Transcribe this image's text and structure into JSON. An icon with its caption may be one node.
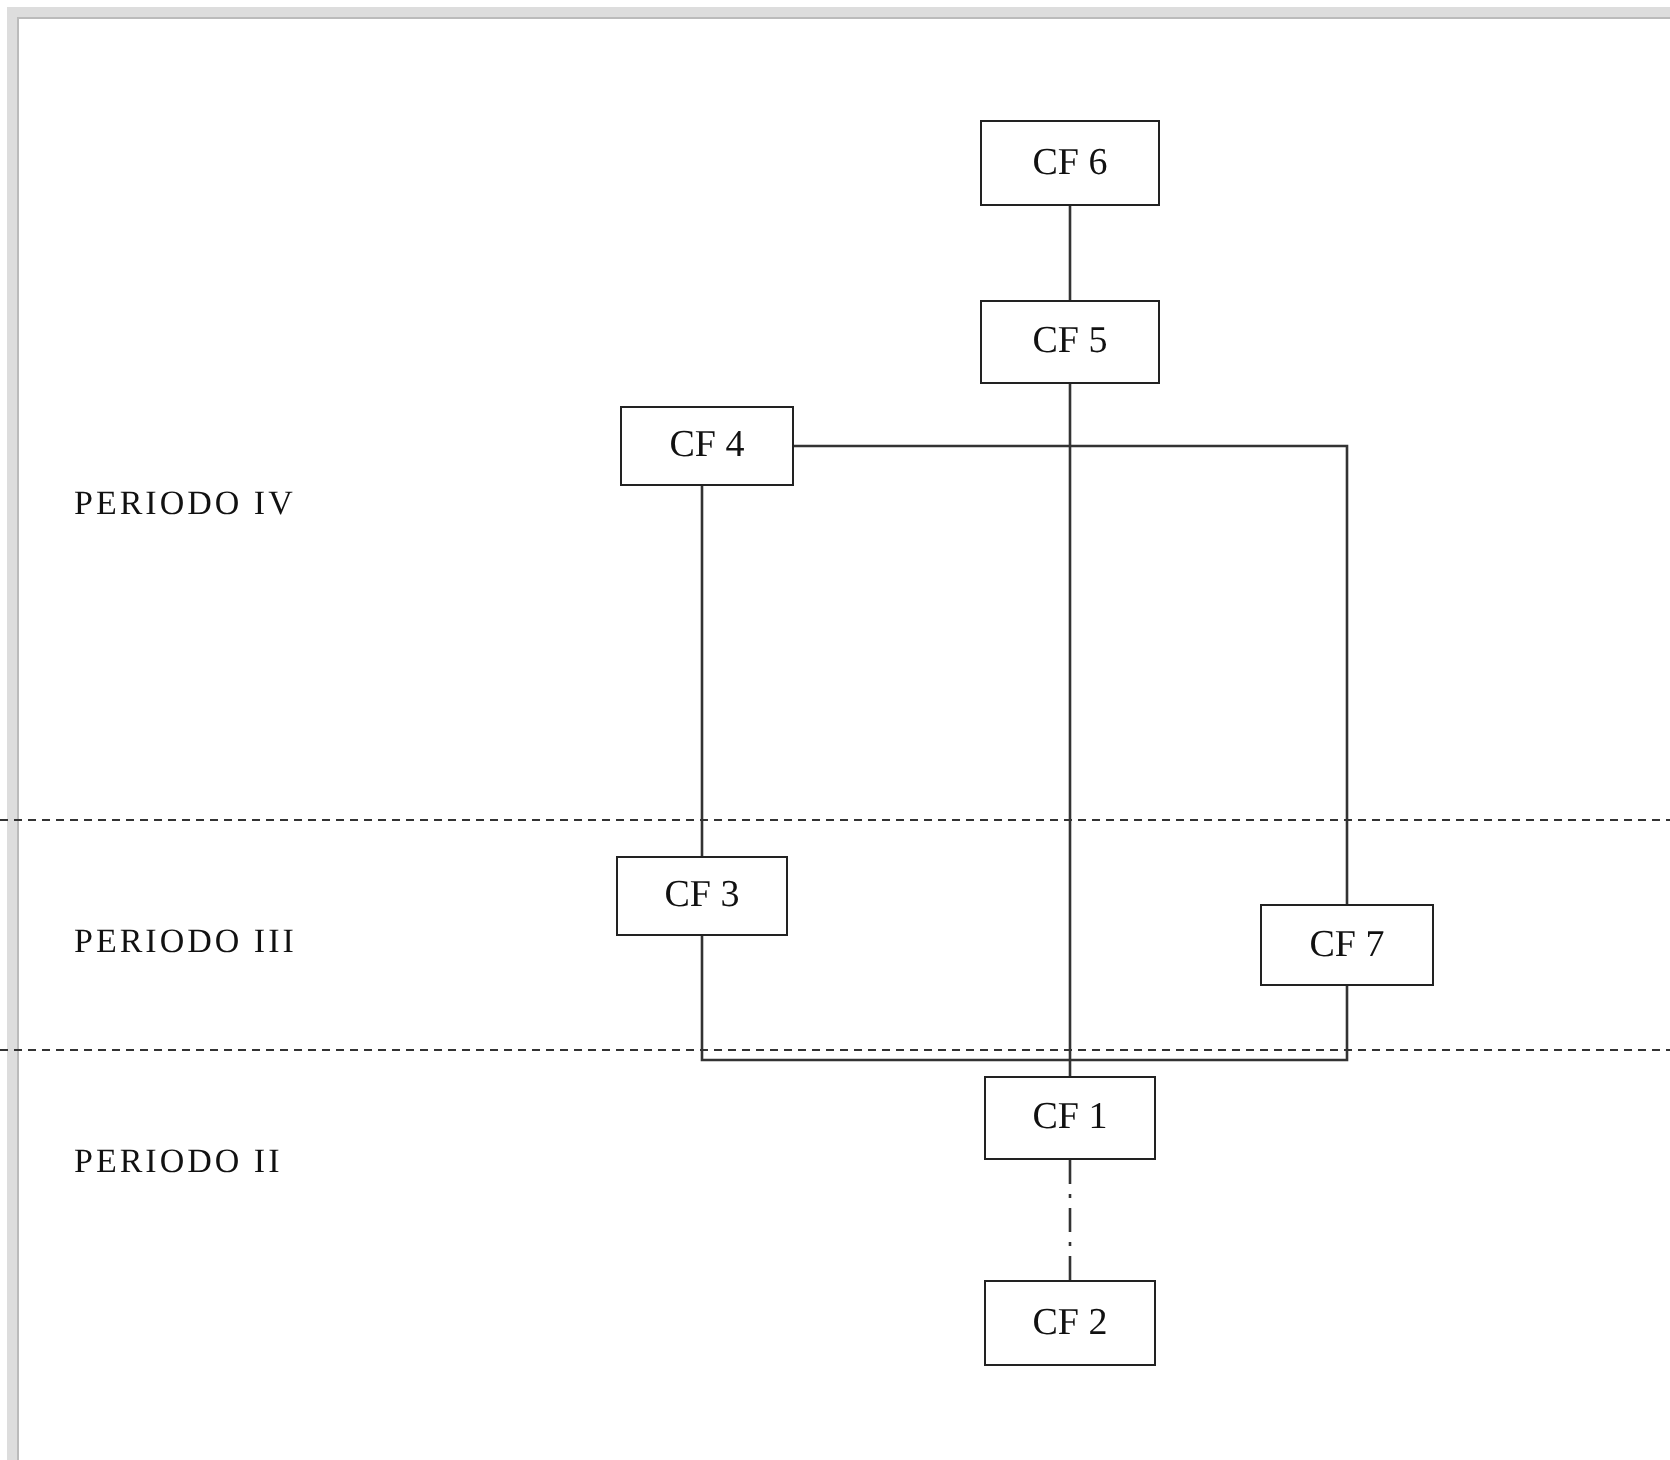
{
  "diagram": {
    "nodes": [
      {
        "text": [
          "CF 6"
        ]
      },
      {
        "text": [
          "CF 5"
        ]
      },
      {
        "text": [
          "CF 4"
        ]
      },
      {
        "text": [
          "CF 3"
        ]
      },
      {
        "text": [
          "CF 7"
        ]
      },
      {
        "text": [
          "CF 1"
        ]
      },
      {
        "text": [
          "CF 2"
        ]
      }
    ],
    "edges": [
      {
        "from": 0,
        "to": 1,
        "arrow": "none"
      },
      {
        "from": 1,
        "to": 5,
        "arrow": "none"
      },
      {
        "from": 2,
        "to": 3,
        "arrow": "none"
      },
      {
        "from": 2,
        "to": 4,
        "arrow": "none"
      },
      {
        "from": 3,
        "to": 4,
        "arrow": "none"
      },
      {
        "from": 5,
        "to": 6,
        "arrow": "none",
        "style": "dashed"
      }
    ],
    "labels": [
      "PERIODO IV",
      "PERIODO III",
      "PERIODO II"
    ]
  }
}
